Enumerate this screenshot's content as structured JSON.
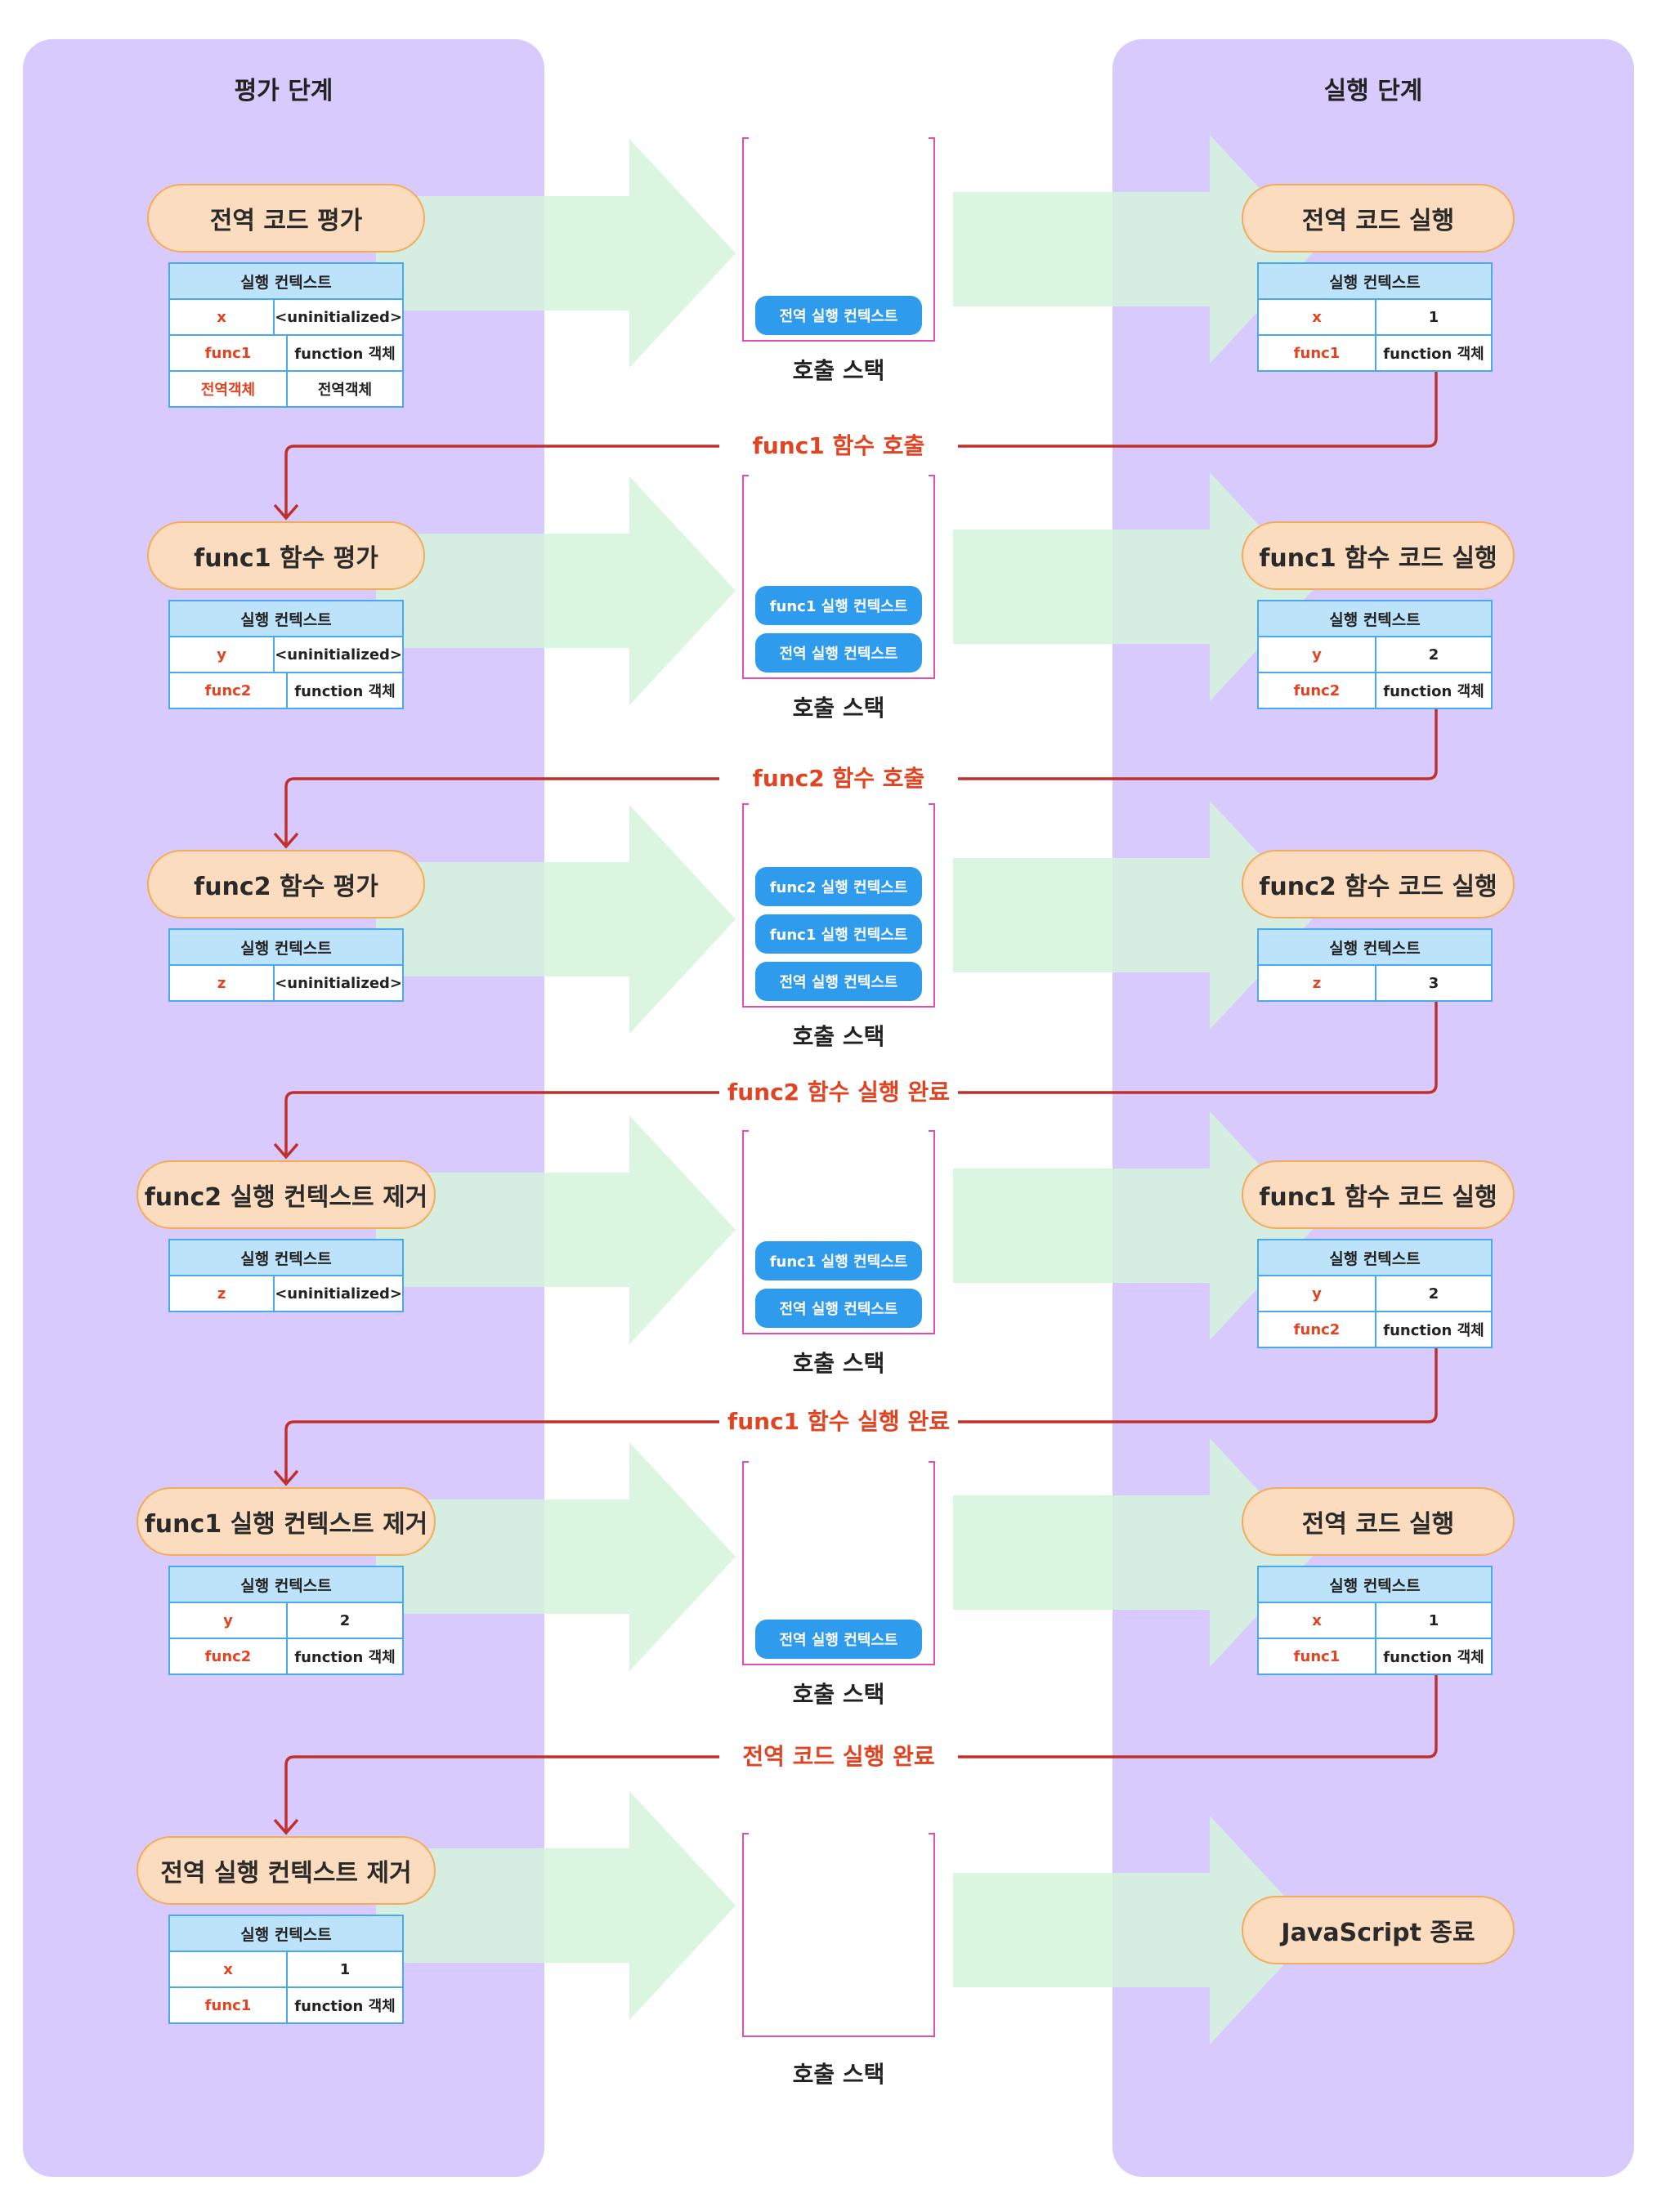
{
  "eval_panel_title": "평가 단계",
  "exec_panel_title": "실행 단계",
  "ctx_header": "실행 컨텍스트",
  "stack_label": "호출 스택",
  "rows": [
    {
      "eval": {
        "title": "전역 코드 평가",
        "vars": [
          [
            "x",
            "<uninitialized>"
          ],
          [
            "func1",
            "function 객체"
          ],
          [
            "전역객체",
            "전역객체"
          ]
        ]
      },
      "stack": [
        "전역 실행 컨텍스트"
      ],
      "exec": {
        "title": "전역 코드 실행",
        "vars": [
          [
            "x",
            "1"
          ],
          [
            "func1",
            "function 객체"
          ]
        ]
      },
      "transition": "func1 함수 호출"
    },
    {
      "eval": {
        "title": "func1 함수 평가",
        "vars": [
          [
            "y",
            "<uninitialized>"
          ],
          [
            "func2",
            "function 객체"
          ]
        ]
      },
      "stack": [
        "func1 실행 컨텍스트",
        "전역 실행 컨텍스트"
      ],
      "exec": {
        "title": "func1 함수 코드 실행",
        "vars": [
          [
            "y",
            "2"
          ],
          [
            "func2",
            "function 객체"
          ]
        ]
      },
      "transition": "func2 함수 호출"
    },
    {
      "eval": {
        "title": "func2 함수 평가",
        "vars": [
          [
            "z",
            "<uninitialized>"
          ]
        ]
      },
      "stack": [
        "func2 실행 컨텍스트",
        "func1 실행 컨텍스트",
        "전역 실행 컨텍스트"
      ],
      "exec": {
        "title": "func2 함수 코드 실행",
        "vars": [
          [
            "z",
            "3"
          ]
        ]
      },
      "transition": "func2 함수 실행 완료"
    },
    {
      "eval": {
        "title": "func2 실행 컨텍스트 제거",
        "vars": [
          [
            "z",
            "<uninitialized>"
          ]
        ]
      },
      "stack": [
        "func1 실행 컨텍스트",
        "전역 실행 컨텍스트"
      ],
      "exec": {
        "title": "func1 함수 코드 실행",
        "vars": [
          [
            "y",
            "2"
          ],
          [
            "func2",
            "function 객체"
          ]
        ]
      },
      "transition": "func1 함수 실행 완료"
    },
    {
      "eval": {
        "title": "func1 실행 컨텍스트 제거",
        "vars": [
          [
            "y",
            "2"
          ],
          [
            "func2",
            "function 객체"
          ]
        ]
      },
      "stack": [
        "전역 실행 컨텍스트"
      ],
      "exec": {
        "title": "전역 코드 실행",
        "vars": [
          [
            "x",
            "1"
          ],
          [
            "func1",
            "function 객체"
          ]
        ]
      },
      "transition": "전역 코드 실행 완료"
    },
    {
      "eval": {
        "title": "전역 실행 컨텍스트 제거",
        "vars": [
          [
            "x",
            "1"
          ],
          [
            "func1",
            "function 객체"
          ]
        ]
      },
      "stack": [],
      "exec": {
        "title": "JavaScript 종료",
        "vars": []
      },
      "transition": ""
    }
  ],
  "colors": {
    "panel": "#d9cafd",
    "step_fill": "#fcdcbe",
    "step_border": "#f3ac5a",
    "ctx_border": "#4aa9ea",
    "ctx_header_fill": "#bde3fb",
    "stack_border": "#e14db5",
    "stack_frame": "#2f9bed",
    "flow_arrow": "#d4f5dc",
    "connector": "#c0302a",
    "transition_text": "#e04423"
  }
}
